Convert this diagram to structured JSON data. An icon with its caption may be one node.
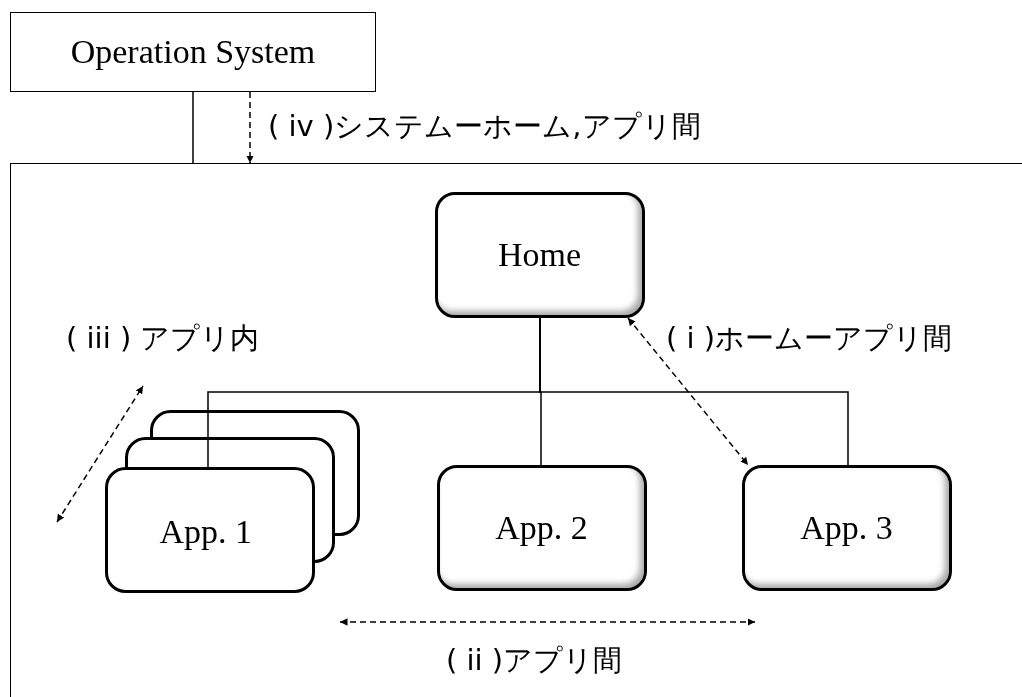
{
  "diagram": {
    "nodes": [
      {
        "text": [
          "Operation System"
        ]
      },
      {
        "text": [],
        "shape": "box"
      },
      {
        "text": [
          "Home"
        ],
        "in": 1
      },
      {
        "text": [
          "App. 1"
        ],
        "in": 1
      },
      {
        "text": [
          "App. 2"
        ],
        "in": 1
      },
      {
        "text": [
          "App. 3"
        ],
        "in": 1
      }
    ],
    "edges": [
      {
        "from": 0,
        "to": 1,
        "arrow": "none"
      },
      {
        "from": 0,
        "to": 1,
        "arrow": "to",
        "style": "dashed",
        "label": "( iv )システムーホーム,アプリ間"
      },
      {
        "from": 2,
        "to": 3,
        "arrow": "none"
      },
      {
        "from": 2,
        "to": 4,
        "arrow": "none"
      },
      {
        "from": 2,
        "to": 5,
        "arrow": "none"
      },
      {
        "from": 2,
        "to": 5,
        "arrow": "both",
        "style": "dashed",
        "label": "( i )ホームーアプリ間"
      }
    ],
    "labels": [
      "( iii ) アプリ内",
      "( ii )アプリ間"
    ]
  }
}
